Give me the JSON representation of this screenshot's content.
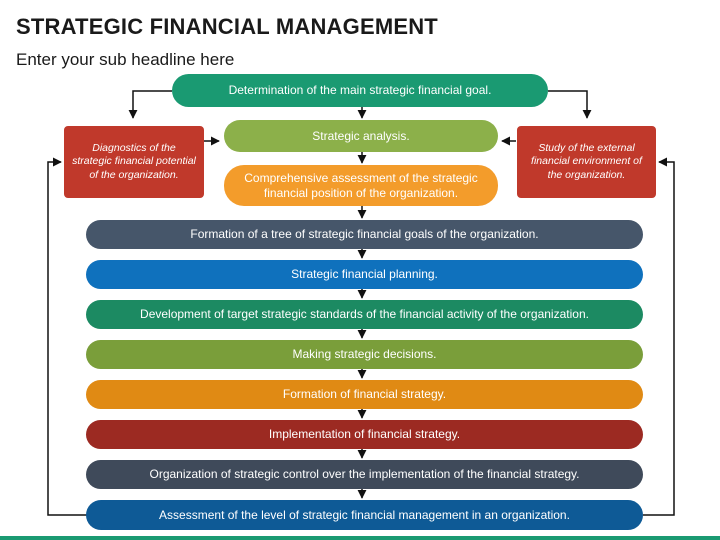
{
  "header": {
    "title": "STRATEGIC FINANCIAL MANAGEMENT",
    "subtitle": "Enter your sub headline here"
  },
  "diagram": {
    "top_goal": {
      "label": "Determination of the main strategic financial goal.",
      "color": "#1a9a72"
    },
    "analysis": {
      "label": "Strategic analysis.",
      "color": "#8cb04a"
    },
    "assessment": {
      "label": "Comprehensive assessment of the strategic financial position of the organization.",
      "color": "#f39c2b"
    },
    "left_box": {
      "label": "Diagnostics of the strategic financial potential of the organization.",
      "color": "#c0392b"
    },
    "right_box": {
      "label": "Study of the external financial environment of the organization.",
      "color": "#c0392b"
    },
    "steps": [
      {
        "label": "Formation of a tree of strategic financial goals of the organization.",
        "color": "#46566a"
      },
      {
        "label": "Strategic financial planning.",
        "color": "#0f71bd"
      },
      {
        "label": "Development of target strategic standards of the financial activity of the organization.",
        "color": "#1c8a62"
      },
      {
        "label": "Making strategic decisions.",
        "color": "#7a9e3a"
      },
      {
        "label": "Formation of financial strategy.",
        "color": "#e08a14"
      },
      {
        "label": "Implementation of financial strategy.",
        "color": "#9c2a22"
      },
      {
        "label": "Organization of strategic control over the implementation of the financial strategy.",
        "color": "#3f4a5a"
      },
      {
        "label": "Assessment of the level of strategic financial management in an organization.",
        "color": "#0e5a96"
      }
    ]
  },
  "footer": {
    "color": "#1a9a72"
  }
}
